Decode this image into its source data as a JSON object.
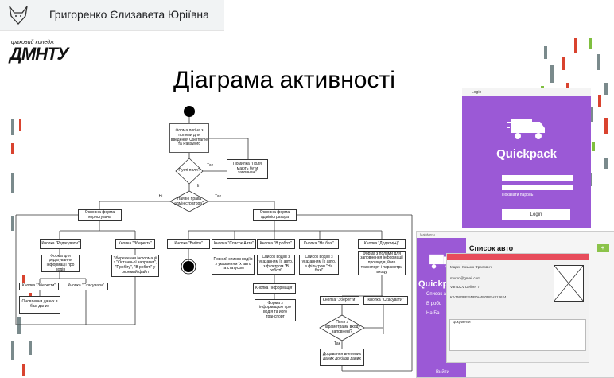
{
  "header": {
    "user_name": "Григоренко Єлизавета Юріївна"
  },
  "slide": {
    "logo": {
      "college_line": "фаховий коледж",
      "brand": "ДМНТУ"
    },
    "title": "Діаграма активності",
    "flow": {
      "form_login": "Форма логіна з полями для введення Username та Password",
      "cond_empty": "Пусті поля?",
      "yes": "Так",
      "no": "Ні",
      "error_msg": "Помилка \"Поля мають бути заповнені\"",
      "cond_admin": "Наявні права адміністратора?",
      "user_form": "Основна форма користувача",
      "admin_form": "Основна форма адміністратора",
      "btn_edit": "Кнопка \"Редагувати\"",
      "btn_save": "Кнопка \"Зберегти\"",
      "btn_exit": "Кнопка \"Вийти\"",
      "btn_list": "Кнопка \"Список Авто\"",
      "btn_inwork": "Кнопка \"В роботі\"",
      "btn_onbase": "Кнопка \"На базі\"",
      "btn_add": "Кнопка \"Додати(+)\"",
      "edit_form": "Форма для редагування інформації про водія",
      "save_info": "Збереження інформації з \"Останньої заправки\", \"Пробігу\", \"В роботі\" у окремий файл",
      "list_all": "Повний список водіїв з указанням їх авто та статусом",
      "list_inwork": "Список водіїв з указанням їх авто, з фільтром \"В роботі\"",
      "list_onbase": "Список водіїв з указанням їх авто, з фільтром \"На базі\"",
      "add_form": "Форма з полями для заповнення інформації про водія, його транспорт і параметри входу",
      "btn_save2": "Кнопка \"Зберегти\"",
      "btn_cancel": "Кнопка \"Скасувати\"",
      "update_db": "Оновлення даних в базі даних",
      "btn_info": "Кнопка \"Інформація\"",
      "info_form": "Форма з інформацією про водія та його транспорт",
      "cond_params": "Поля з параметрами входу заповнені?",
      "yes2": "Так",
      "add_db": "Додавання внесених даних до бази даних"
    }
  },
  "login_window": {
    "title": "Login",
    "app_name": "Quickpack",
    "remember": "Показати пароль",
    "button": "Login"
  },
  "cars_window": {
    "title": "MainMenu",
    "header": "Список авто",
    "side_items": [
      "Список а",
      "В робо",
      "На Ба"
    ],
    "app_name": "Quickp",
    "exit": "Вийти",
    "detail": {
      "title": "DriverInfo",
      "name": "Марен Козьмо Фролович",
      "email": "muron@gmail.com",
      "car": "Van  DZV  Deliver 7",
      "plate": "KA7593BE  5NP0H4N0DEH313624",
      "docs": "Документи"
    }
  }
}
